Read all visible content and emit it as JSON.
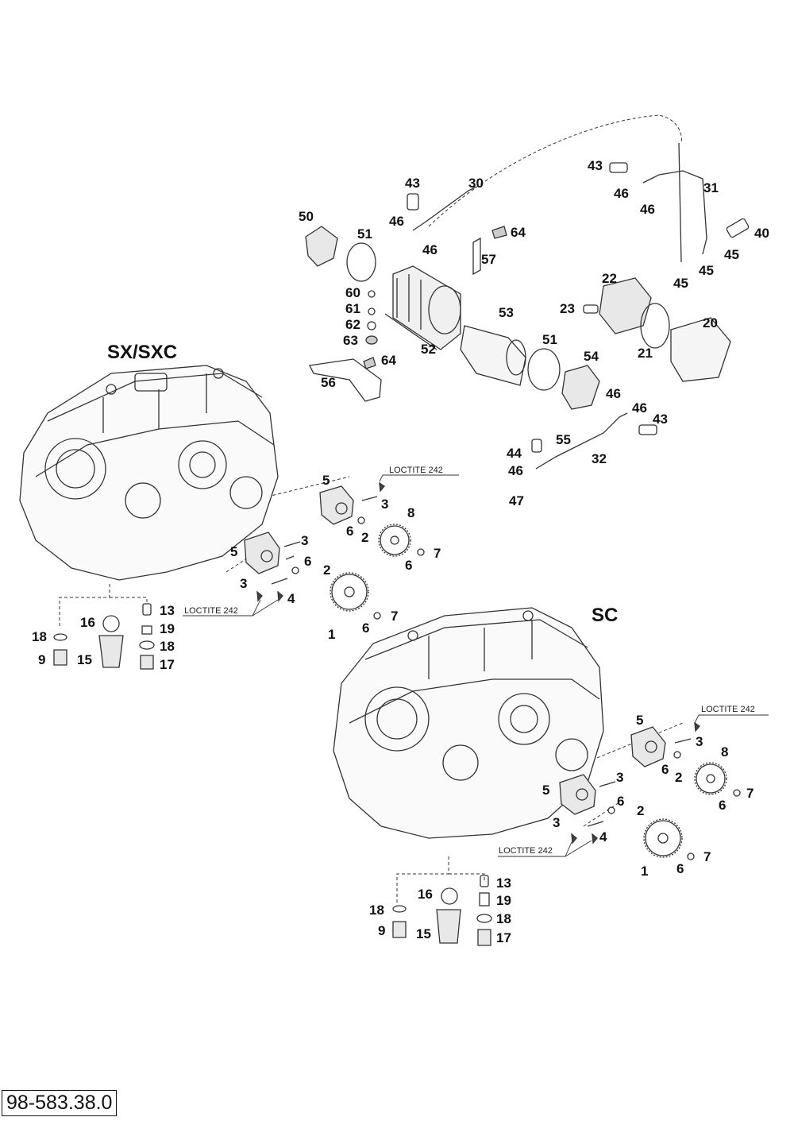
{
  "diagram": {
    "document_number": "98-583.38.0",
    "variants": [
      {
        "label": "SX/SXC",
        "kind": "sx"
      },
      {
        "label": "SC",
        "kind": "sc"
      }
    ],
    "notes": [
      {
        "text": "LOCTITE 242",
        "id": "sx-upper"
      },
      {
        "text": "LOCTITE 242",
        "id": "sx-lower"
      },
      {
        "text": "LOCTITE 242",
        "id": "sc-upper"
      },
      {
        "text": "LOCTITE 242",
        "id": "sc-lower"
      }
    ],
    "callouts": [
      "30",
      "43",
      "46",
      "46",
      "50",
      "51",
      "64",
      "57",
      "60",
      "61",
      "62",
      "63",
      "64",
      "56",
      "52",
      "53",
      "43",
      "46",
      "46",
      "31",
      "40",
      "45",
      "45",
      "45",
      "22",
      "23",
      "20",
      "21",
      "51",
      "54",
      "46",
      "46",
      "43",
      "55",
      "44",
      "46",
      "47",
      "32",
      "5",
      "3",
      "8",
      "6",
      "2",
      "7",
      "6",
      "5",
      "3",
      "6",
      "2",
      "3",
      "4",
      "1",
      "6",
      "7",
      "13",
      "16",
      "19",
      "18",
      "18",
      "9",
      "15",
      "17",
      "5",
      "3",
      "8",
      "6",
      "2",
      "7",
      "6",
      "5",
      "3",
      "6",
      "2",
      "3",
      "4",
      "1",
      "6",
      "7",
      "13",
      "16",
      "19",
      "18",
      "18",
      "9",
      "15",
      "17"
    ]
  }
}
